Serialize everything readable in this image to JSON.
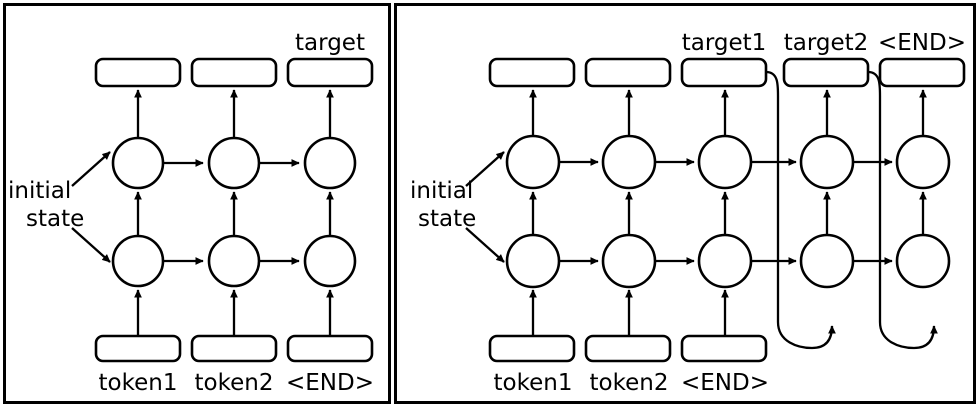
{
  "figure": {
    "title": "",
    "background_color": "#ffffff",
    "stroke_color": "#000000",
    "panel_border_color": "#000000"
  },
  "panels": [
    {
      "id": "left",
      "name": "training-panel",
      "timesteps": 3,
      "layers": 2,
      "inputs": [
        {
          "label": "token1"
        },
        {
          "label": "token2"
        },
        {
          "label": "<END>"
        }
      ],
      "outputs": [
        {
          "label": ""
        },
        {
          "label": ""
        },
        {
          "label": "target"
        }
      ],
      "initial_state_label_line1": "initial",
      "initial_state_label_line2": "state",
      "has_feedback_loops": false
    },
    {
      "id": "right",
      "name": "inference-panel",
      "timesteps": 5,
      "layers": 2,
      "inputs": [
        {
          "label": "token1"
        },
        {
          "label": "token2"
        },
        {
          "label": "<END>"
        },
        {
          "label": ""
        },
        {
          "label": ""
        }
      ],
      "outputs": [
        {
          "label": ""
        },
        {
          "label": ""
        },
        {
          "label": "target1"
        },
        {
          "label": "target2"
        },
        {
          "label": "<END>"
        }
      ],
      "initial_state_label_line1": "initial",
      "initial_state_label_line2": "state",
      "has_feedback_loops": true,
      "feedback_loops": [
        {
          "from_output_index": 2,
          "to_timestep_index": 3
        },
        {
          "from_output_index": 3,
          "to_timestep_index": 4
        }
      ]
    }
  ],
  "labels": {
    "left_output_target": "target",
    "right_output_target1": "target1",
    "right_output_target2": "target2",
    "right_output_end": "<END>",
    "input_token1": "token1",
    "input_token2": "token2",
    "input_end": "<END>",
    "initial_line1": "initial",
    "initial_line2": "state"
  }
}
